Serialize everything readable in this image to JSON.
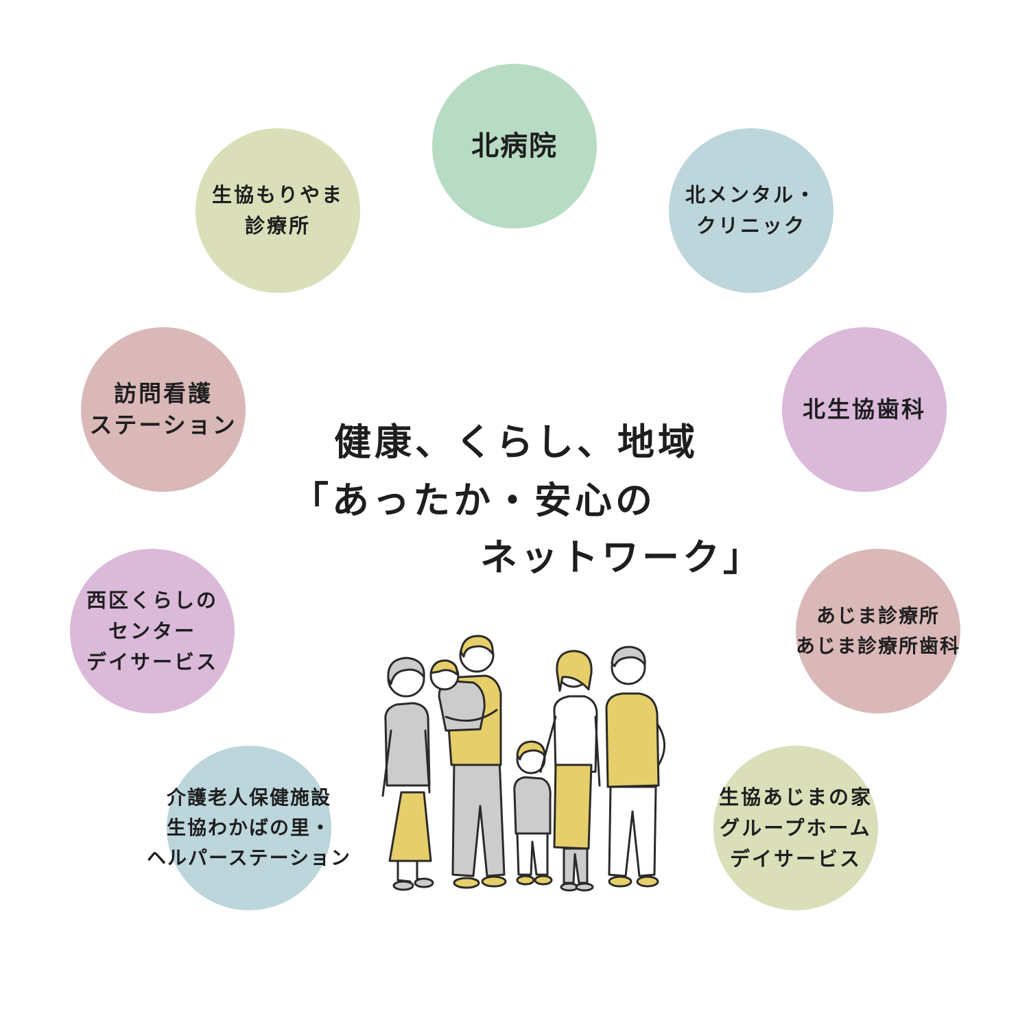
{
  "center_title": {
    "line1": "健康、くらし、地域",
    "line2": "「あったか・安心の",
    "line3": "ネットワーク」"
  },
  "nodes": [
    {
      "lines": [
        "北病院"
      ],
      "color": "#b8dbc4"
    },
    {
      "lines": [
        "北メンタル・",
        "クリニック"
      ],
      "color": "#bcd6dc"
    },
    {
      "lines": [
        "北生協歯科"
      ],
      "color": "#dab9d9"
    },
    {
      "lines": [
        "あじま診療所",
        "あじま診療所歯科"
      ],
      "color": "#dab8b8"
    },
    {
      "lines": [
        "生協あじまの家",
        "グループホーム",
        "デイサービス"
      ],
      "color": "#dadfb9"
    },
    {
      "lines": [
        "介護老人保健施設",
        "生協わかばの里・",
        "ヘルパーステーション"
      ],
      "color": "#bcd6dc"
    },
    {
      "lines": [
        "西区くらしの",
        "センター",
        "デイサービス"
      ],
      "color": "#dab9d9"
    },
    {
      "lines": [
        "訪問看護",
        "ステーション"
      ],
      "color": "#dab8b8"
    },
    {
      "lines": [
        "生協もりやま",
        "診療所"
      ],
      "color": "#dadfb9"
    }
  ],
  "illustration": {
    "icon": "family-illustration-icon",
    "colors": {
      "yellow": "#e6cf6a",
      "gray": "#cccccc",
      "outline": "#2a2a2a",
      "skin": "#ffffff"
    }
  }
}
